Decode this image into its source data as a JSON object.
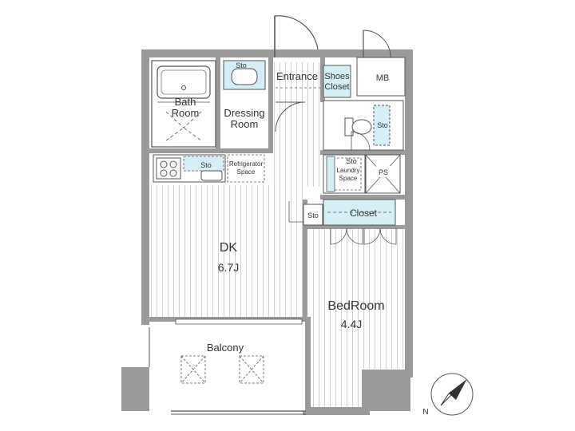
{
  "rooms": {
    "entrance": "Entrance",
    "shoes_closet_line1": "Shoes",
    "shoes_closet_line2": "Closet",
    "mb": "MB",
    "bath_line1": "Bath",
    "bath_line2": "Room",
    "dressing_line1": "Dressing",
    "dressing_line2": "Room",
    "refrigerator_line1": "Refrigerator",
    "refrigerator_line2": "Space",
    "laundry_line1": "Laundry",
    "laundry_line2": "Space",
    "ps": "PS",
    "closet": "Closet",
    "dk_name": "DK",
    "dk_size": "6.7J",
    "bedroom_name": "BedRoom",
    "bedroom_size": "4.4J",
    "balcony": "Balcony"
  },
  "storage": {
    "sto_washbasin": "Sto",
    "sto_kitchen": "Sto",
    "sto_toilet": "Sto",
    "sto_laundry": "Sto",
    "sto_bedroom": "Sto"
  },
  "compass": {
    "north": "N"
  },
  "colors": {
    "wall": "#9a9a9a",
    "outline": "#555555",
    "fixture_fill": "#d6eef6",
    "floor_line": "#cfcfcf"
  }
}
